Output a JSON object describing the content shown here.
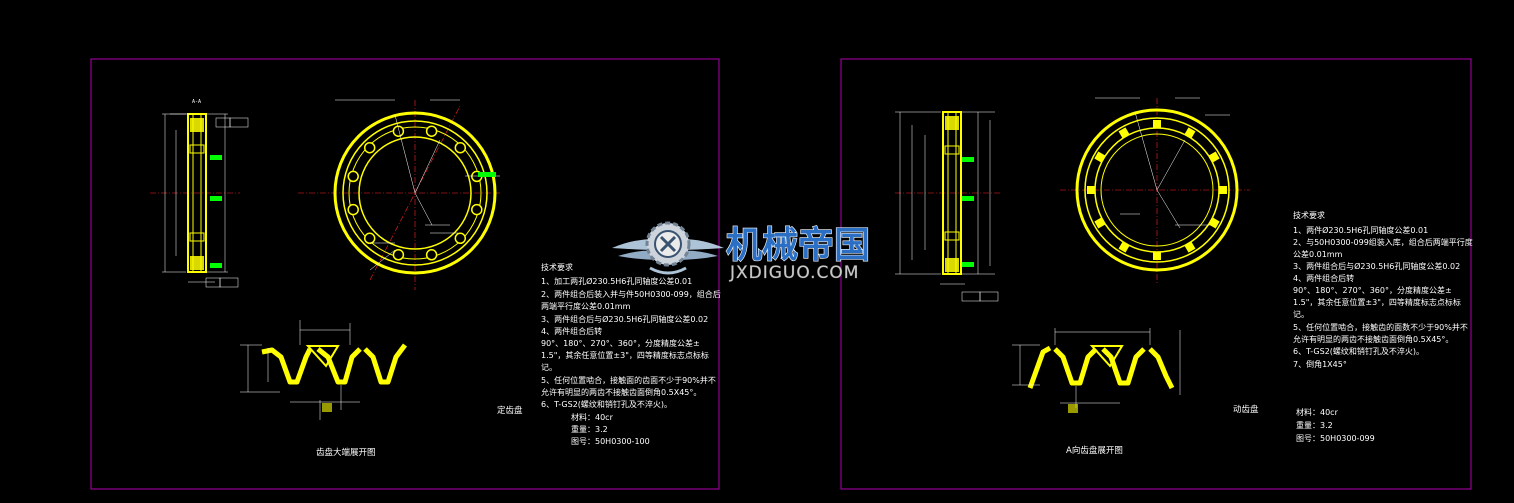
{
  "colors": {
    "background": "#000000",
    "frame": "#b000b0",
    "part": "#ffff00",
    "centerline": "#ff2020",
    "dimension": "#ffffff",
    "tolerance": "#00ff00",
    "watermark_text": "#2a6fc4",
    "watermark_domain": "#c8c8c8"
  },
  "watermark": {
    "cn": "机械帝国",
    "en": "JXDIGUO.COM",
    "logo": "gear-wings-logo"
  },
  "left_sheet": {
    "requirements_title": "技术要求",
    "requirements": [
      "1、加工两孔Ø230.5H6孔同轴度公差0.01",
      "2、两件组合后装入并与件50H0300-099，组合后",
      "两端平行度公差0.01mm",
      "3、两件组合后与Ø230.5H6孔同轴度公差0.02",
      "4、两件组合后转",
      "90°、180°、270°、360°，分度精度公差±",
      "1.5\"，其余任意位置±3\"，四等精度标志点标标",
      "记。",
      "5、任何位置啮合，接触面的齿面不少于90%并不",
      "允许有明显的两齿不接触齿面倒角0.5X45°。",
      "6、T-GS2(螺纹和销钉孔及不淬火)。"
    ],
    "part_role": "定齿盘",
    "material": "材料：40cr",
    "weight": "重量：3.2",
    "drawing_no": "图号：50H0300-100",
    "tooth_view_title": "齿盘大端展开图",
    "section_label": "A-A"
  },
  "right_sheet": {
    "requirements_title": "技术要求",
    "requirements": [
      "1、两件Ø230.5H6孔同轴度公差0.01",
      "2、与50H0300-099组装入库，组合后两端平行度",
      "公差0.01mm",
      "3、两件组合后与Ø230.5H6孔同轴度公差0.02",
      "4、两件组合后转",
      "90°、180°、270°、360°，分度精度公差±",
      "1.5\"，其余任意位置±3\"，四等精度标志点标标",
      "记。",
      "5、任何位置啮合，接触齿的面数不少于90%并不",
      "允许有明显的两齿不接触齿面倒角0.5X45°。",
      "6、T-GS2(螺纹和销钉孔及不淬火)。",
      "7、倒角1X45°"
    ],
    "part_role": "动齿盘",
    "material": "材料：40cr",
    "weight": "重量：3.2",
    "drawing_no": "图号：50H0300-099",
    "tooth_view_title": "A向齿盘展开图"
  }
}
